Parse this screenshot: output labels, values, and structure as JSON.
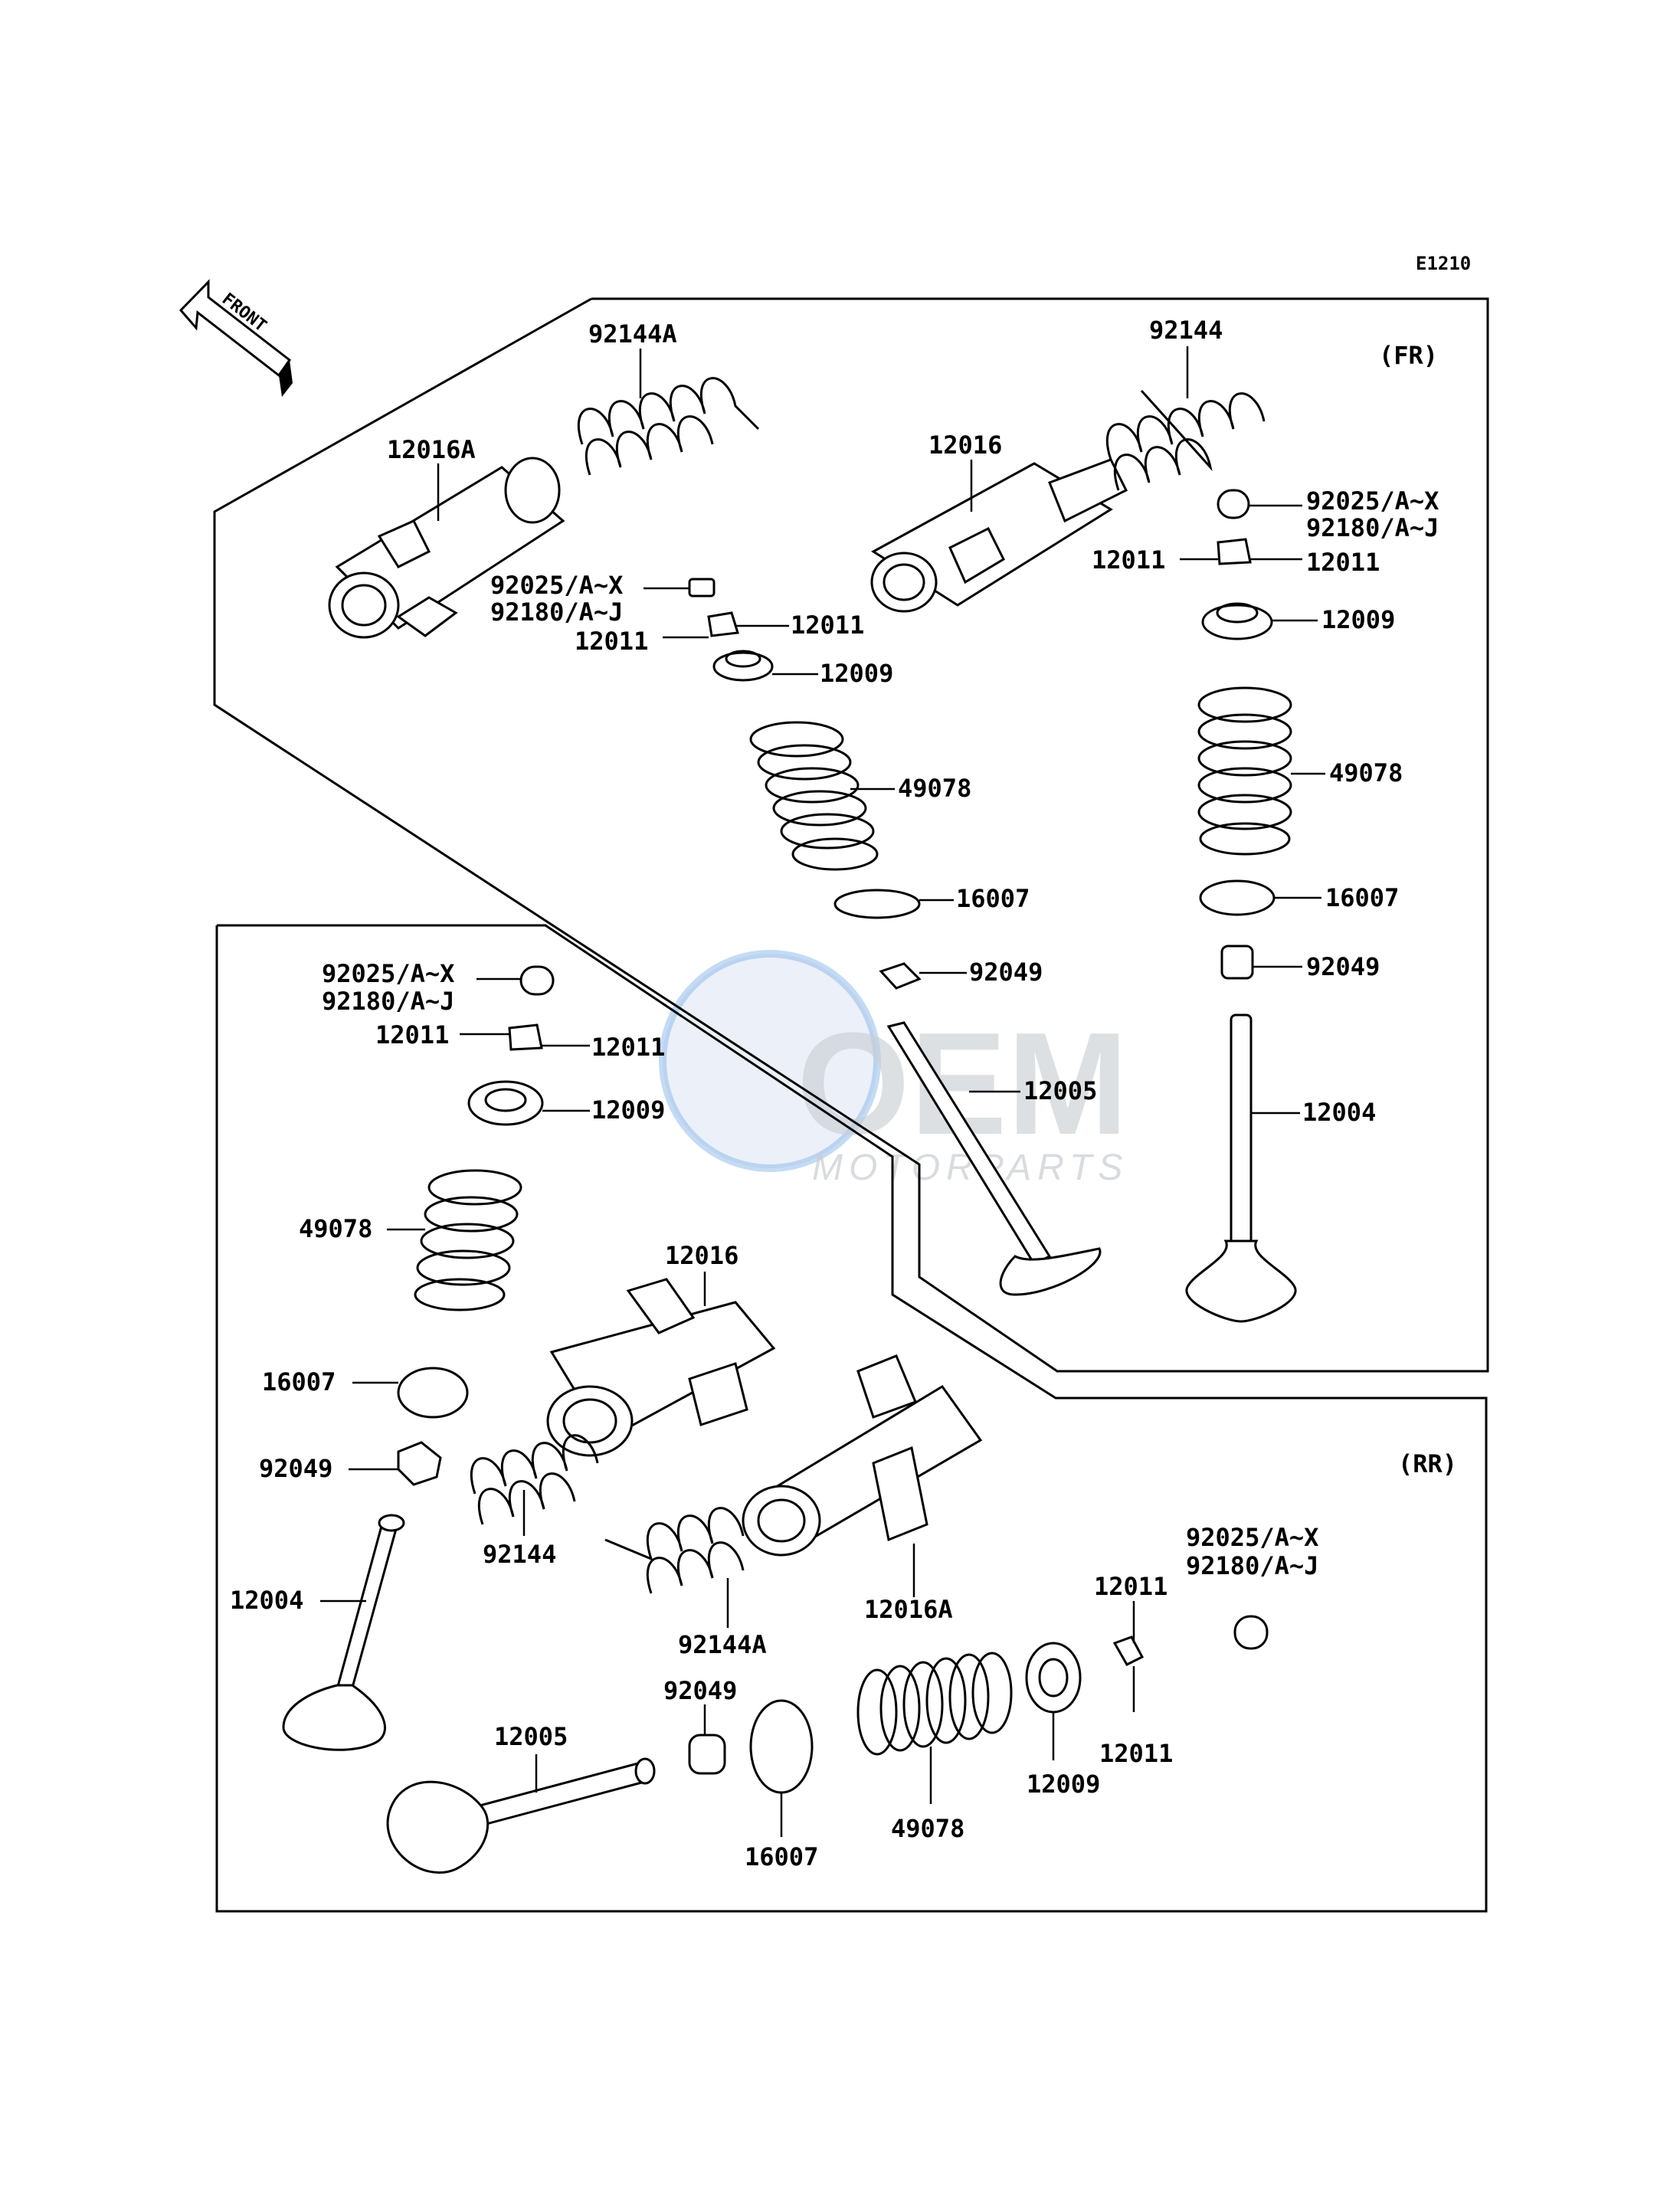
{
  "diagram_code": "E1210",
  "front_label": "FRONT",
  "sections": {
    "fr": "(FR)",
    "rr": "(RR)"
  },
  "watermark": {
    "brand": "OEM",
    "sub": "MOTORPARTS"
  },
  "fr": {
    "l_92144A": "92144A",
    "l_12016A": "12016A",
    "l_92144": "92144",
    "l_12016": "12016",
    "l_92025_left": "92025/A~X",
    "l_92180_left": "92180/A~J",
    "l_12011_left_a": "12011",
    "l_12011_left_b": "12011",
    "l_12009_left": "12009",
    "l_49078_left": "49078",
    "l_16007_left": "16007",
    "l_92049_left": "92049",
    "l_12005": "12005",
    "l_92025_right": "92025/A~X",
    "l_92180_right": "92180/A~J",
    "l_12011_right_a": "12011",
    "l_12011_right_b": "12011",
    "l_12009_right": "12009",
    "l_49078_right": "49078",
    "l_16007_right": "16007",
    "l_92049_right": "92049",
    "l_12004": "12004"
  },
  "rr": {
    "l_92025_left": "92025/A~X",
    "l_92180_left": "92180/A~J",
    "l_12011_left_a": "12011",
    "l_12011_left_b": "12011",
    "l_12009_left": "12009",
    "l_49078_left": "49078",
    "l_12016": "12016",
    "l_16007_left": "16007",
    "l_92049_left": "92049",
    "l_92144": "92144",
    "l_92144A": "92144A",
    "l_12016A": "12016A",
    "l_12004": "12004",
    "l_92025_right": "92025/A~X",
    "l_92180_right": "92180/A~J",
    "l_12011_right_a": "12011",
    "l_12011_right_b": "12011",
    "l_12009_right": "12009",
    "l_92049_bottom": "92049",
    "l_12005": "12005",
    "l_16007_bottom": "16007",
    "l_49078_bottom": "49078"
  }
}
